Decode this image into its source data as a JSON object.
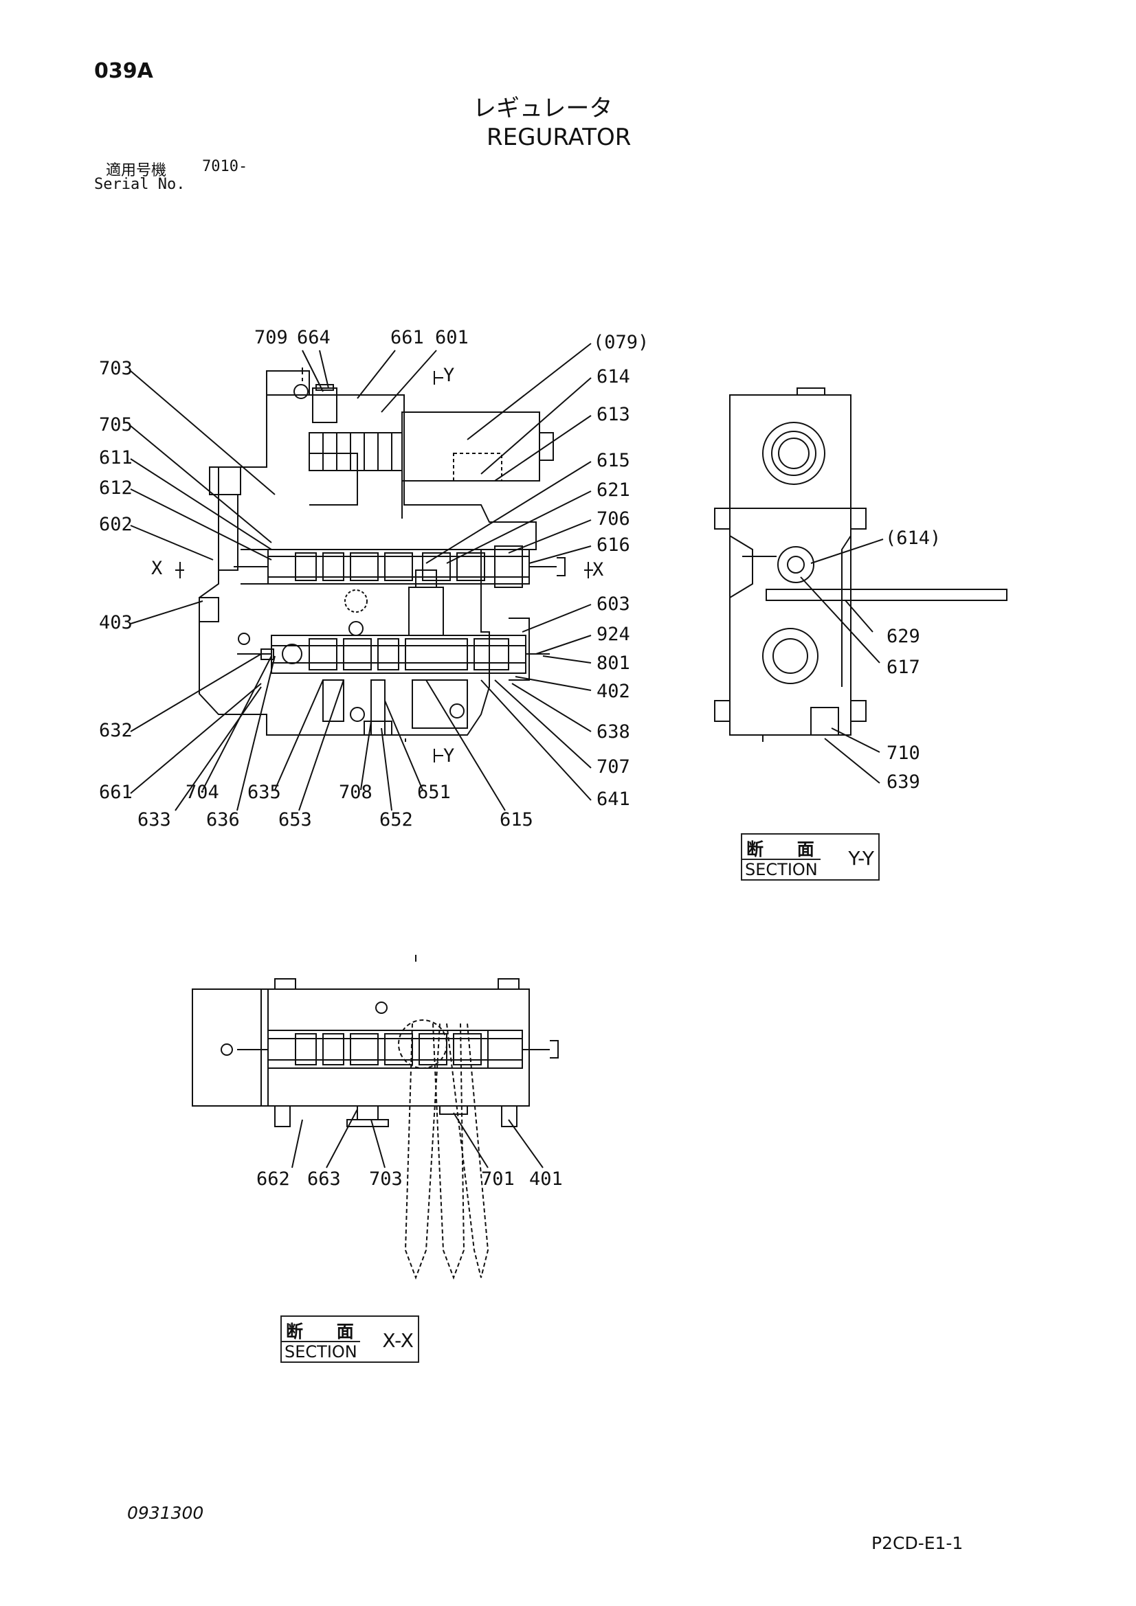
{
  "header": {
    "code": "039A",
    "title_jp": "レギュレータ",
    "title_en": "REGURATOR",
    "serial_label_jp": "適用号機",
    "serial_value": "7010-",
    "serial_label_en": "Serial No."
  },
  "main_view": {
    "callouts": {
      "c709": "709",
      "c664": "664",
      "c661a": "661",
      "c601": "601",
      "c079": "(079)",
      "c614": "614",
      "c613": "613",
      "c615a": "615",
      "c621": "621",
      "c706": "706",
      "c616": "616",
      "c603": "603",
      "c924": "924",
      "c801": "801",
      "c402": "402",
      "c638": "638",
      "c707": "707",
      "c641": "641",
      "c703": "703",
      "c705": "705",
      "c611": "611",
      "c612": "612",
      "c602": "602",
      "c403": "403",
      "c632": "632",
      "c661b": "661",
      "c633": "633",
      "c704": "704",
      "c636": "636",
      "c635": "635",
      "c653": "653",
      "c708": "708",
      "c652": "652",
      "c651": "651",
      "c615b": "615"
    },
    "markers": {
      "y_top": "Y",
      "y_bottom": "Y",
      "x_left": "X",
      "x_right": "X"
    }
  },
  "yy_view": {
    "callouts": {
      "c614p": "(614)",
      "c629": "629",
      "c617": "617",
      "c710": "710",
      "c639": "639"
    },
    "section_label": {
      "jp": "断 面",
      "en": "SECTION",
      "axis": "Y-Y"
    }
  },
  "xx_view": {
    "callouts": {
      "c662": "662",
      "c663": "663",
      "c703": "703",
      "c701": "701",
      "c401": "401"
    },
    "section_label": {
      "jp": "断 面",
      "en": "SECTION",
      "axis": "X-X"
    }
  },
  "footer": {
    "drawing_number": "0931300",
    "page_code": "P2CD-E1-1"
  }
}
